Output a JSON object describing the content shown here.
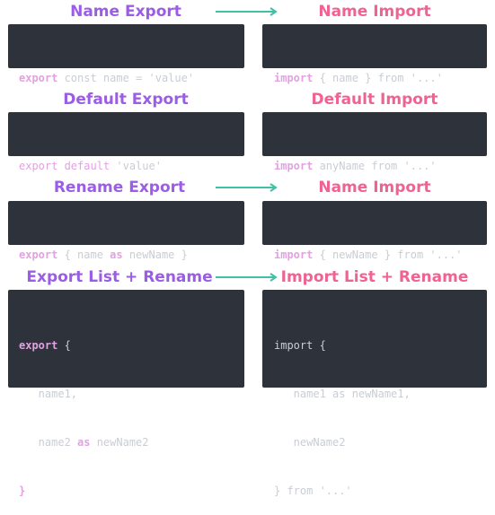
{
  "colors": {
    "export_heading": "#9b5de5",
    "import_heading": "#f06292",
    "arrow": "#3fc1a5",
    "code_bg": "#2d323b",
    "code_text": "#c9cdd4",
    "keyword": "#e0a3e0"
  },
  "rows": [
    {
      "export_title": "Name Export",
      "import_title": "Name Import",
      "export_code": {
        "lines": [
          {
            "kw": "export",
            "rest": " const name = 'value'"
          }
        ]
      },
      "import_code": {
        "lines": [
          {
            "kw": "import",
            "rest": " { name } from '...'"
          }
        ]
      }
    },
    {
      "export_title": "Default Export",
      "import_title": "Default Import",
      "export_code": {
        "lines": [
          {
            "kw": "export default",
            "rest": " 'value'"
          }
        ]
      },
      "import_code": {
        "lines": [
          {
            "kw": "import",
            "rest": " anyName from '...'"
          }
        ]
      }
    },
    {
      "export_title": "Rename Export",
      "import_title": "Name Import",
      "export_code": {
        "lines": [
          {
            "kw": "export",
            "rest": " { name ",
            "kw2": "as",
            "rest2": " newName }"
          }
        ]
      },
      "import_code": {
        "lines": [
          {
            "kw": "import",
            "rest": " { newName } from '...'"
          }
        ]
      }
    },
    {
      "export_title": "Export List + Rename",
      "import_title": "Import List + Rename",
      "export_code": {
        "lines": [
          {
            "kw": "export",
            "rest": " {"
          },
          {
            "kw": "",
            "rest": "   name1,"
          },
          {
            "kw": "",
            "rest": "   name2 ",
            "kw2": "as",
            "rest2": " newName2"
          },
          {
            "kw": "}",
            "rest": ""
          }
        ]
      },
      "import_code": {
        "lines": [
          {
            "plain": "import {"
          },
          {
            "plain": "   name1 as newName1,"
          },
          {
            "plain": "   newName2"
          },
          {
            "plain": "} from '...'"
          }
        ]
      }
    }
  ]
}
